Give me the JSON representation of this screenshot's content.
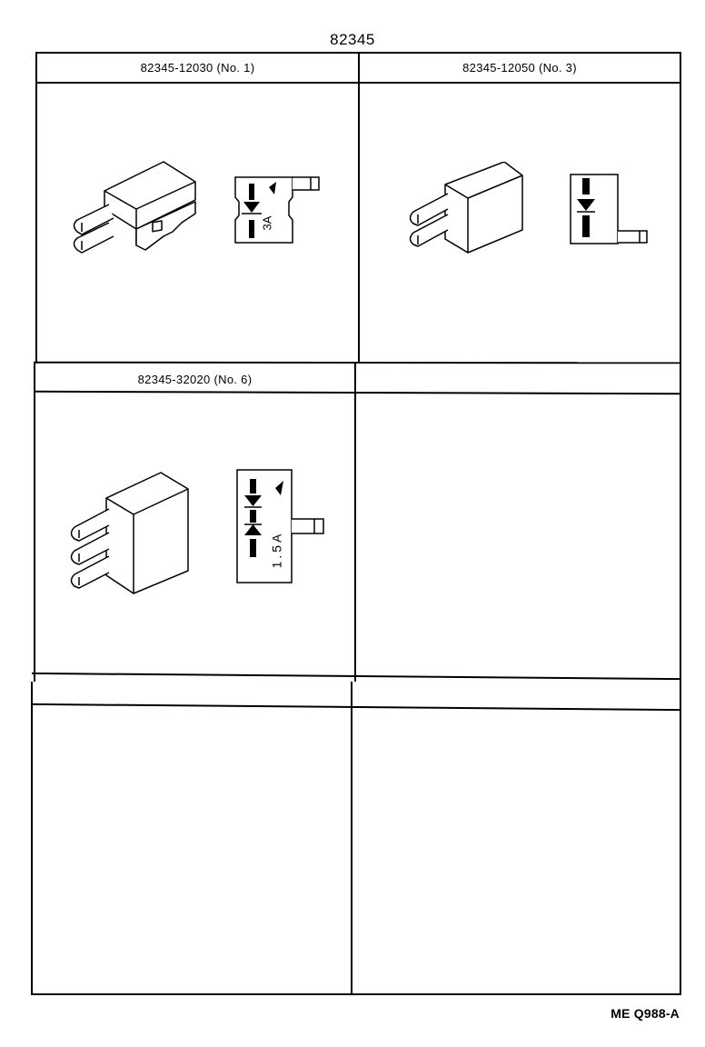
{
  "title": "82345",
  "cells": [
    {
      "label": "82345-12030 (No. 1)",
      "rating": "3A",
      "terminals": 2
    },
    {
      "label": "82345-12050 (No. 3)",
      "rating": "",
      "terminals": 2
    },
    {
      "label": "82345-32020 (No. 6)",
      "rating": "1.5A",
      "terminals": 3
    },
    {
      "label": "",
      "rating": "",
      "terminals": 0
    },
    {
      "label": "",
      "rating": "",
      "terminals": 0
    },
    {
      "label": "",
      "rating": "",
      "terminals": 0
    }
  ],
  "figure_code": "ME Q988-A",
  "colors": {
    "ink": "#000000",
    "paper": "#ffffff"
  }
}
